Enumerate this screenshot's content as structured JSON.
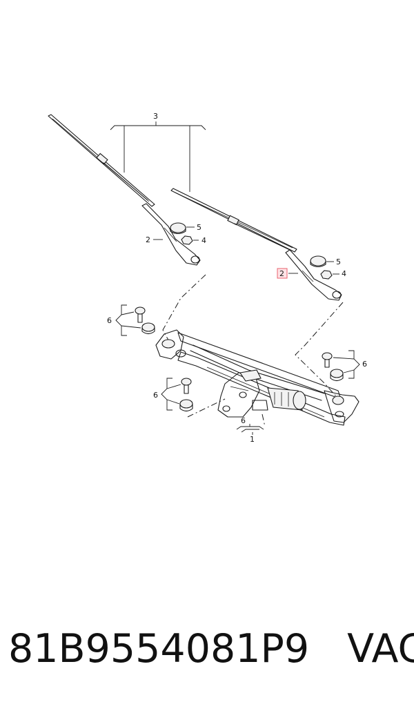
{
  "callouts": {
    "c1": "1",
    "c2_left": "2",
    "c2_right": "2",
    "c3": "3",
    "c4_left": "4",
    "c4_right": "4",
    "c5_left": "5",
    "c5_right": "5",
    "c6_upper_left": "6",
    "c6_lower_left": "6",
    "c6_right": "6",
    "c6_bottom": "6"
  },
  "highlight": {
    "label": "2",
    "color": "#e8606e",
    "fill": "#ffe3e6"
  },
  "caption": {
    "part_number": "81B9554081P9",
    "brand": "VAG"
  }
}
